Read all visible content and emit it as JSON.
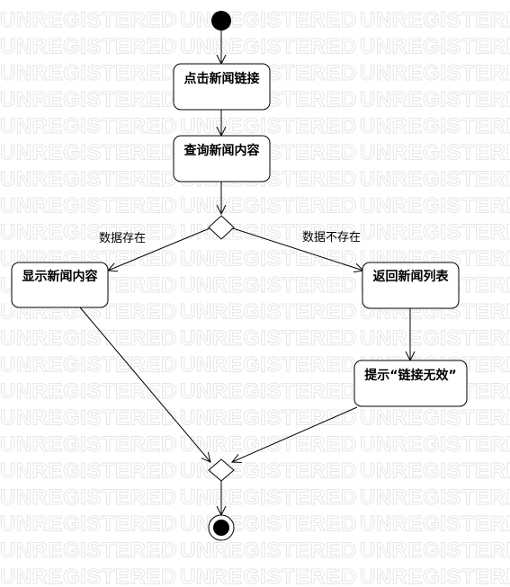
{
  "watermark": {
    "text": "UNREGISTERED"
  },
  "diagram": {
    "actions": {
      "click_link": "点击新闻链接",
      "query_content": "查询新闻内容",
      "show_content": "显示新闻内容",
      "return_list": "返回新闻列表",
      "invalid_link": "提示“链接无效”"
    },
    "guards": {
      "exists": "数据存在",
      "not_exists": "数据不存在"
    }
  },
  "colors": {
    "line": "#000000",
    "node_fill": "#ffffff",
    "watermark": "#e6e6e6"
  }
}
